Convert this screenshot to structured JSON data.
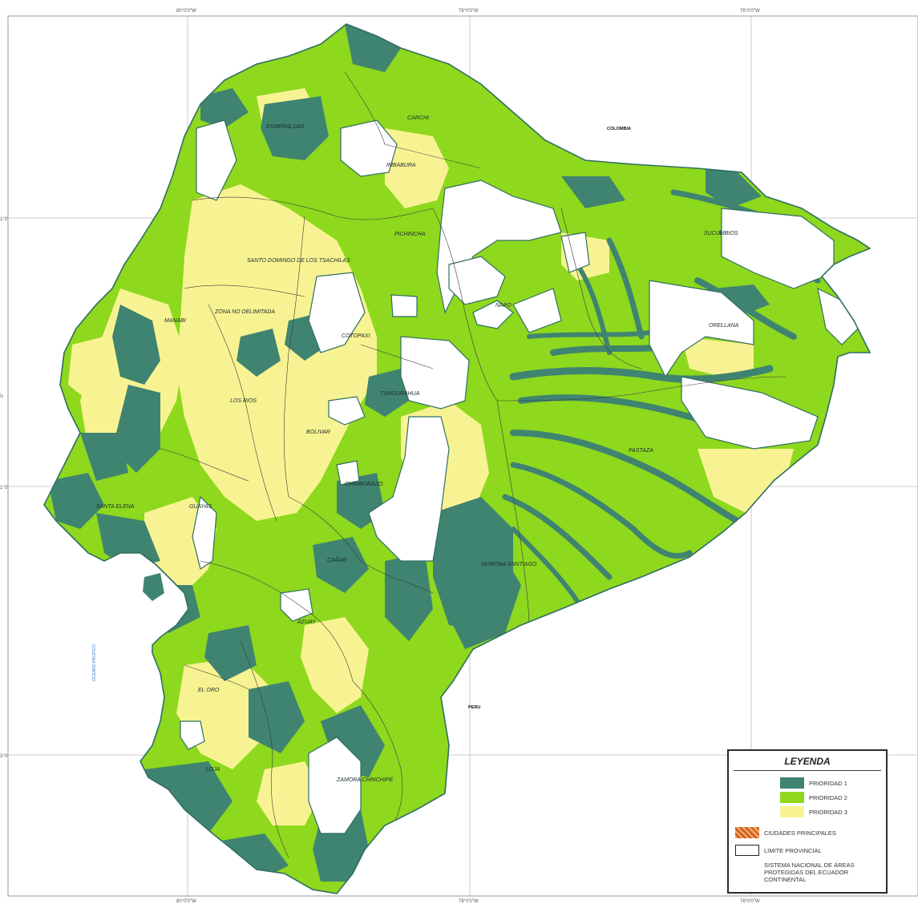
{
  "coordinates": {
    "top": [
      "80°0'0\"W",
      "78°0'0\"W",
      "76°0'0\"W"
    ],
    "bottom": [
      "80°0'0\"W",
      "78°0'0\"W",
      "76°0'0\"W"
    ],
    "left": [
      "1°0'",
      "0°",
      "1°0'",
      "3°0'"
    ]
  },
  "labels": {
    "countries": [
      "COLOMBIA",
      "PERU"
    ],
    "ocean": "OCÉANO PACÍFICO",
    "provinces": [
      "ESMERALDAS",
      "CARCHI",
      "IMBABURA",
      "PICHINCHA",
      "SUCUMBIOS",
      "SANTO DOMINGO DE LOS TSACHILAS",
      "ZONA NO DELIMITADA",
      "MANABI",
      "NAPO",
      "COTOPAXI",
      "ORELLANA",
      "TUNGURAHUA",
      "LOS RIOS",
      "BOLIVAR",
      "PASTAZA",
      "CHIMBORAZO",
      "SANTA ELENA",
      "GUAYAS",
      "CAÑAR",
      "MORONA SANTIAGO",
      "AZUAY",
      "EL ORO",
      "LOJA",
      "ZAMORA CHINCHIPE"
    ]
  },
  "legend": {
    "title": "LEYENDA",
    "items": [
      {
        "label": "PRIORIDAD 1",
        "color": "#3f8471"
      },
      {
        "label": "PRIORIDAD 2",
        "color": "#8ed81d"
      },
      {
        "label": "PRIORIDAD 3",
        "color": "#f8f392"
      },
      {
        "label": "CIUDADES PRINCIPALES",
        "color": "#e8823a"
      },
      {
        "label": "LIMITE PROVINCIAL",
        "color": "#ffffff"
      },
      {
        "label": "SISTEMA NACIONAL DE ÁREAS PROTEGIDAS DEL ECUADOR CONTINENTAL",
        "color": "#ffffff"
      }
    ]
  }
}
